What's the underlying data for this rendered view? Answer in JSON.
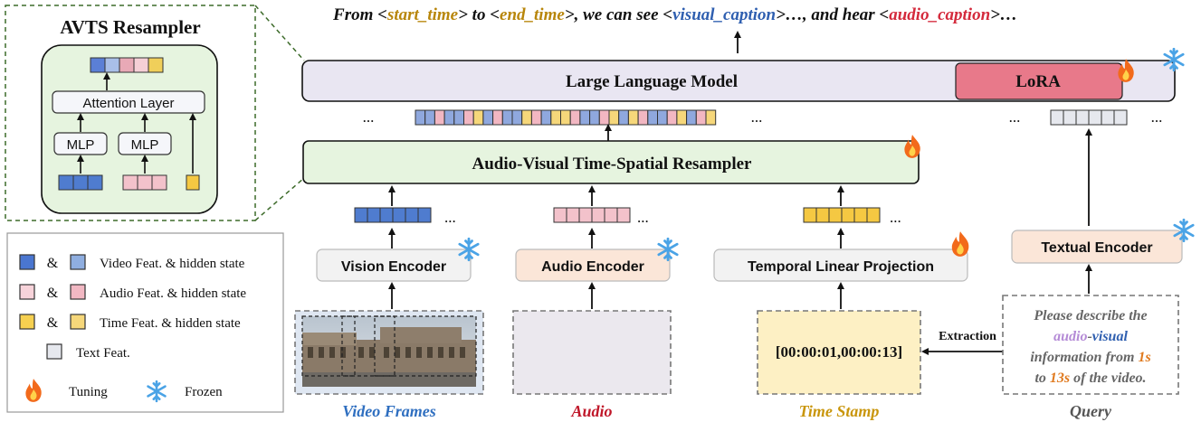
{
  "output_caption": [
    {
      "text": "From <",
      "color": "#111111"
    },
    {
      "text": "start_time",
      "color": "#b8860b"
    },
    {
      "text": "> to <",
      "color": "#111111"
    },
    {
      "text": "end_time",
      "color": "#b8860b"
    },
    {
      "text": ">, we can see <",
      "color": "#111111"
    },
    {
      "text": "visual_caption",
      "color": "#2f5fb0"
    },
    {
      "text": ">…, and hear <",
      "color": "#111111"
    },
    {
      "text": "audio_caption",
      "color": "#d42a3c"
    },
    {
      "text": ">…",
      "color": "#111111"
    }
  ],
  "llm": {
    "label": "Large Language Model",
    "lora_label": "LoRA"
  },
  "ellipsis": "...",
  "resampler": {
    "label": "Audio-Visual Time-Spatial Resampler"
  },
  "inset": {
    "title": "AVTS Resampler",
    "attention_label": "Attention Layer",
    "mlp_label": "MLP",
    "output_colors": [
      "#5b7fd6",
      "#a9bfe8",
      "#e8a9b6",
      "#f5cfd6",
      "#f0cf5a"
    ]
  },
  "encoders": {
    "vision": "Vision Encoder",
    "audio": "Audio Encoder",
    "temporal": "Temporal Linear Projection",
    "textual": "Textual Encoder"
  },
  "timestamp_value": "[00:00:01,00:00:13]",
  "extraction_label": "Extraction",
  "query_text": [
    [
      {
        "text": "Please describe the",
        "color": "#666666"
      }
    ],
    [
      {
        "text": "audio",
        "color": "#b48ad6"
      },
      {
        "text": "-",
        "color": "#666666"
      },
      {
        "text": "visual",
        "color": "#2f5fb0"
      }
    ],
    [
      {
        "text": "information from ",
        "color": "#666666"
      },
      {
        "text": "1s",
        "color": "#e07a1f"
      }
    ],
    [
      {
        "text": "to ",
        "color": "#666666"
      },
      {
        "text": "13s",
        "color": "#e07a1f"
      },
      {
        "text": " of the video.",
        "color": "#666666"
      }
    ]
  ],
  "input_labels": {
    "video": {
      "text": "Video Frames",
      "color": "#2f6fc0"
    },
    "audio": {
      "text": "Audio",
      "color": "#c0182a"
    },
    "time": {
      "text": "Time Stamp",
      "color": "#c9960c"
    },
    "query": {
      "text": "Query",
      "color": "#555555"
    }
  },
  "token_sequence": [
    "blue",
    "blue",
    "pink",
    "blue",
    "blue",
    "pink",
    "yellow",
    "blue",
    "pink",
    "blue",
    "blue",
    "yellow",
    "pink",
    "blue",
    "yellow",
    "yellow",
    "pink",
    "blue",
    "blue",
    "pink",
    "yellow",
    "blue",
    "yellow",
    "pink",
    "blue",
    "blue",
    "pink",
    "yellow",
    "blue",
    "pink",
    "yellow"
  ],
  "token_colors": {
    "blue": "#8fa8de",
    "pink": "#f2b7c2",
    "yellow": "#f6d77a",
    "blue_feat": "#4f7ccf",
    "pink_feat": "#f3c2cb",
    "yellow_feat": "#f5c842",
    "text_feat": "#e6e8ee"
  },
  "legend": [
    {
      "sym": "&",
      "text": "Video Feat. & hidden state",
      "c1": "#4a76d0",
      "c2": "#8faee0"
    },
    {
      "sym": "&",
      "text": "Audio Feat. & hidden state",
      "c1": "#f7d3da",
      "c2": "#f2b8c3"
    },
    {
      "sym": "&",
      "text": "Time Feat. & hidden state",
      "c1": "#f6d050",
      "c2": "#f6d77a"
    },
    {
      "sym": "",
      "text": "Text Feat.",
      "c1": "#e6e8ee",
      "c2": ""
    }
  ],
  "legend_tuning": "Tuning",
  "legend_frozen": "Frozen"
}
